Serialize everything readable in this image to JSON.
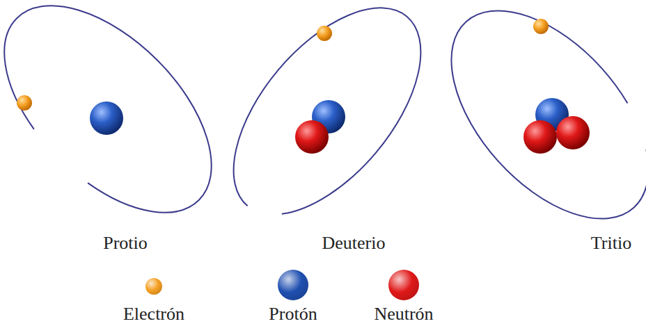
{
  "diagram": {
    "labels": [
      "Protio",
      "Deuterio",
      "Tritio"
    ],
    "legend": [
      {
        "text": "Electrón",
        "color": "#f5a023"
      },
      {
        "text": "Protón",
        "color": "#1f4fb0"
      },
      {
        "text": "Neutrón",
        "color": "#e01818"
      }
    ]
  }
}
